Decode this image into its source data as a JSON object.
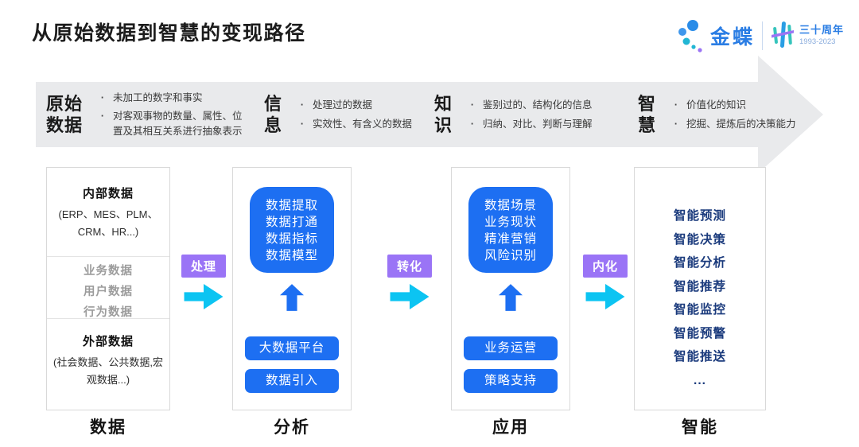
{
  "title": "从原始数据到智慧的变现路径",
  "logo": {
    "brand": "金蝶",
    "anniversary": "三十周年",
    "years": "1993-2023"
  },
  "banner": {
    "stages": [
      {
        "term": "原始数据",
        "points": [
          "未加工的数字和事实",
          "对客观事物的数量、属性、位置及其相互关系进行抽象表示"
        ]
      },
      {
        "term": "信息",
        "points": [
          "处理过的数据",
          "实效性、有含义的数据"
        ]
      },
      {
        "term": "知识",
        "points": [
          "鉴别过的、结构化的信息",
          "归纳、对比、判断与理解"
        ]
      },
      {
        "term": "智慧",
        "points": [
          "价值化的知识",
          "挖掘、提炼后的决策能力"
        ]
      }
    ]
  },
  "connectors": [
    {
      "label": "处理"
    },
    {
      "label": "转化"
    },
    {
      "label": "内化"
    }
  ],
  "columns": {
    "data": {
      "label": "数据",
      "internal_title": "内部数据",
      "internal_sub": "(ERP、MES、PLM、CRM、HR...)",
      "middle_items": [
        "业务数据",
        "用户数据",
        "行为数据"
      ],
      "external_title": "外部数据",
      "external_sub": "(社会数据、公共数据,宏观数据...)"
    },
    "analysis": {
      "label": "分析",
      "box_lines": [
        "数据提取",
        "数据打通",
        "数据指标",
        "数据模型"
      ],
      "buttons": [
        "大数据平台",
        "数据引入"
      ]
    },
    "application": {
      "label": "应用",
      "box_lines": [
        "数据场景",
        "业务现状",
        "精准营销",
        "风险识别"
      ],
      "buttons": [
        "业务运营",
        "策略支持"
      ]
    },
    "intelligence": {
      "label": "智能",
      "items": [
        "智能预测",
        "智能决策",
        "智能分析",
        "智能推荐",
        "智能监控",
        "智能预警",
        "智能推送",
        "..."
      ]
    }
  },
  "colors": {
    "accent_blue": "#1d6ff2",
    "navy_text": "#1a3a7c",
    "connector_purple": "#9a74f6",
    "arrow_cyan": "#0cc4f2",
    "banner_gray": "#e9eaec",
    "brand_blue": "#2a7de4"
  }
}
